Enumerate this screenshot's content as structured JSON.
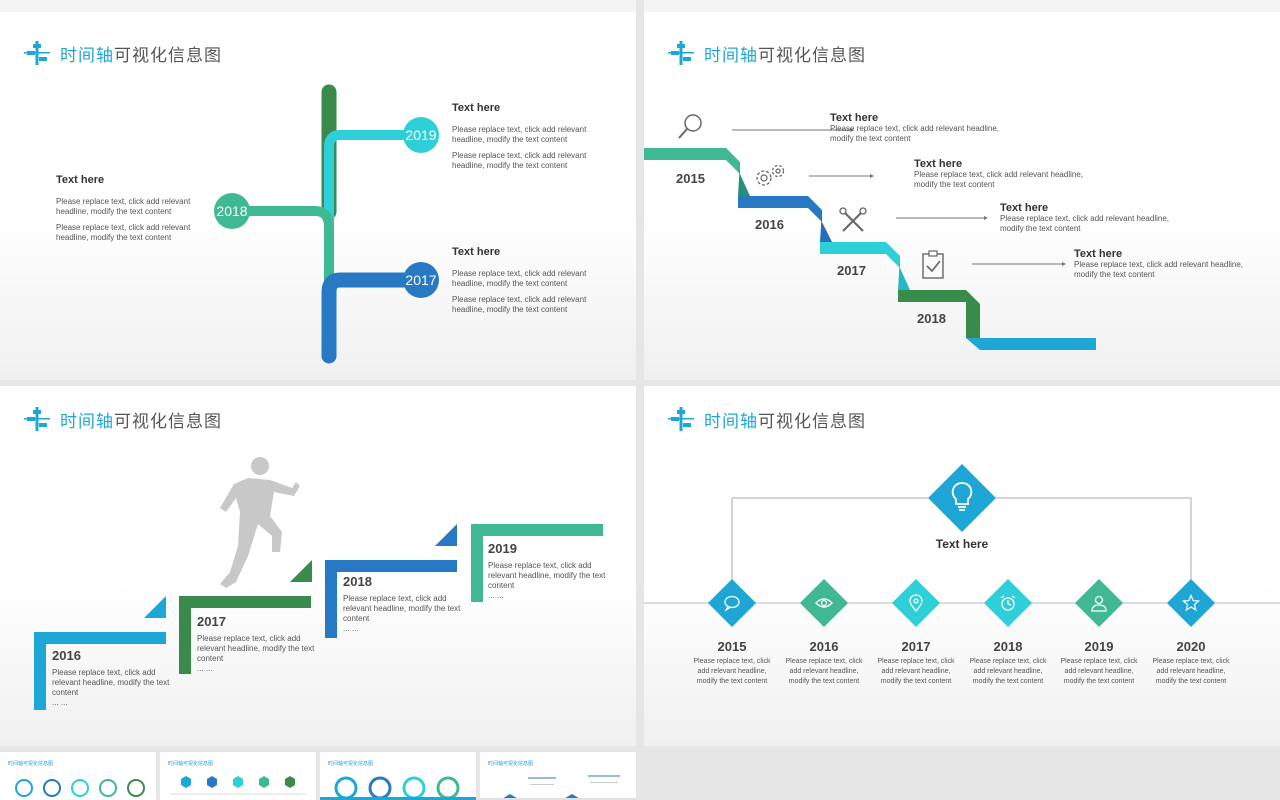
{
  "brand_title": {
    "highlight": "时间轴",
    "rest": "可视化信息图"
  },
  "colors": {
    "blue": "#1ea7d6",
    "teal": "#2ecfd8",
    "green": "#3fb893",
    "dkgreen": "#3a8a4c",
    "dkblue": "#2879c4"
  },
  "slide1": {
    "years": [
      "2019",
      "2018",
      "2017"
    ],
    "blocks": [
      {
        "heading": "Text here",
        "p1": "Please replace text, click add relevant headline, modify the text content",
        "p2": "Please replace text, click add relevant headline, modify the text content"
      },
      {
        "heading": "Text here",
        "p1": "Please replace text, click add relevant headline, modify the text content",
        "p2": "Please replace text, click add relevant headline, modify the text content"
      },
      {
        "heading": "Text here",
        "p1": "Please replace text, click add relevant headline, modify the text content",
        "p2": "Please replace text, click add relevant headline, modify the text content"
      }
    ]
  },
  "slide2": {
    "years": [
      "2015",
      "2016",
      "2017",
      "2018"
    ],
    "items": [
      {
        "heading": "Text here",
        "text": "Please replace text, click add relevant headline, modify the text content",
        "icon": "search-icon"
      },
      {
        "heading": "Text here",
        "text": "Please replace text, click add relevant headline, modify the text content",
        "icon": "gears-icon"
      },
      {
        "heading": "Text here",
        "text": "Please replace text, click add relevant headline, modify the text content",
        "icon": "tools-icon"
      },
      {
        "heading": "Text here",
        "text": "Please replace text, click add relevant headline, modify the text content",
        "icon": "clipboard-check-icon"
      }
    ]
  },
  "slide3": {
    "steps": [
      {
        "year": "2016",
        "text": "Please replace text, click add relevant headline, modify the text content",
        "more": "... ..."
      },
      {
        "year": "2017",
        "text": "Please replace text, click add relevant headline, modify the text content",
        "more": "... ..."
      },
      {
        "year": "2018",
        "text": "Please replace text, click add relevant headline, modify the text content",
        "more": "... ..."
      },
      {
        "year": "2019",
        "text": "Please replace text, click add relevant headline, modify the text content",
        "more": "... ..."
      }
    ]
  },
  "slide4": {
    "top_heading": "Text here",
    "items": [
      {
        "year": "2015",
        "text": "Please replace text, click add relevant headline, modify the text content",
        "icon": "chat-icon"
      },
      {
        "year": "2016",
        "text": "Please replace text, click add relevant headline, modify the text content",
        "icon": "eye-icon"
      },
      {
        "year": "2017",
        "text": "Please replace text, click add relevant headline, modify the text content",
        "icon": "location-pin-icon"
      },
      {
        "year": "2018",
        "text": "Please replace text, click add relevant headline, modify the text content",
        "icon": "alarm-clock-icon"
      },
      {
        "year": "2019",
        "text": "Please replace text, click add relevant headline, modify the text content",
        "icon": "user-icon"
      },
      {
        "year": "2020",
        "text": "Please replace text, click add relevant headline, modify the text content",
        "icon": "star-icon"
      }
    ]
  },
  "thumbnails": {
    "title": "时间轴可视化信息图"
  }
}
